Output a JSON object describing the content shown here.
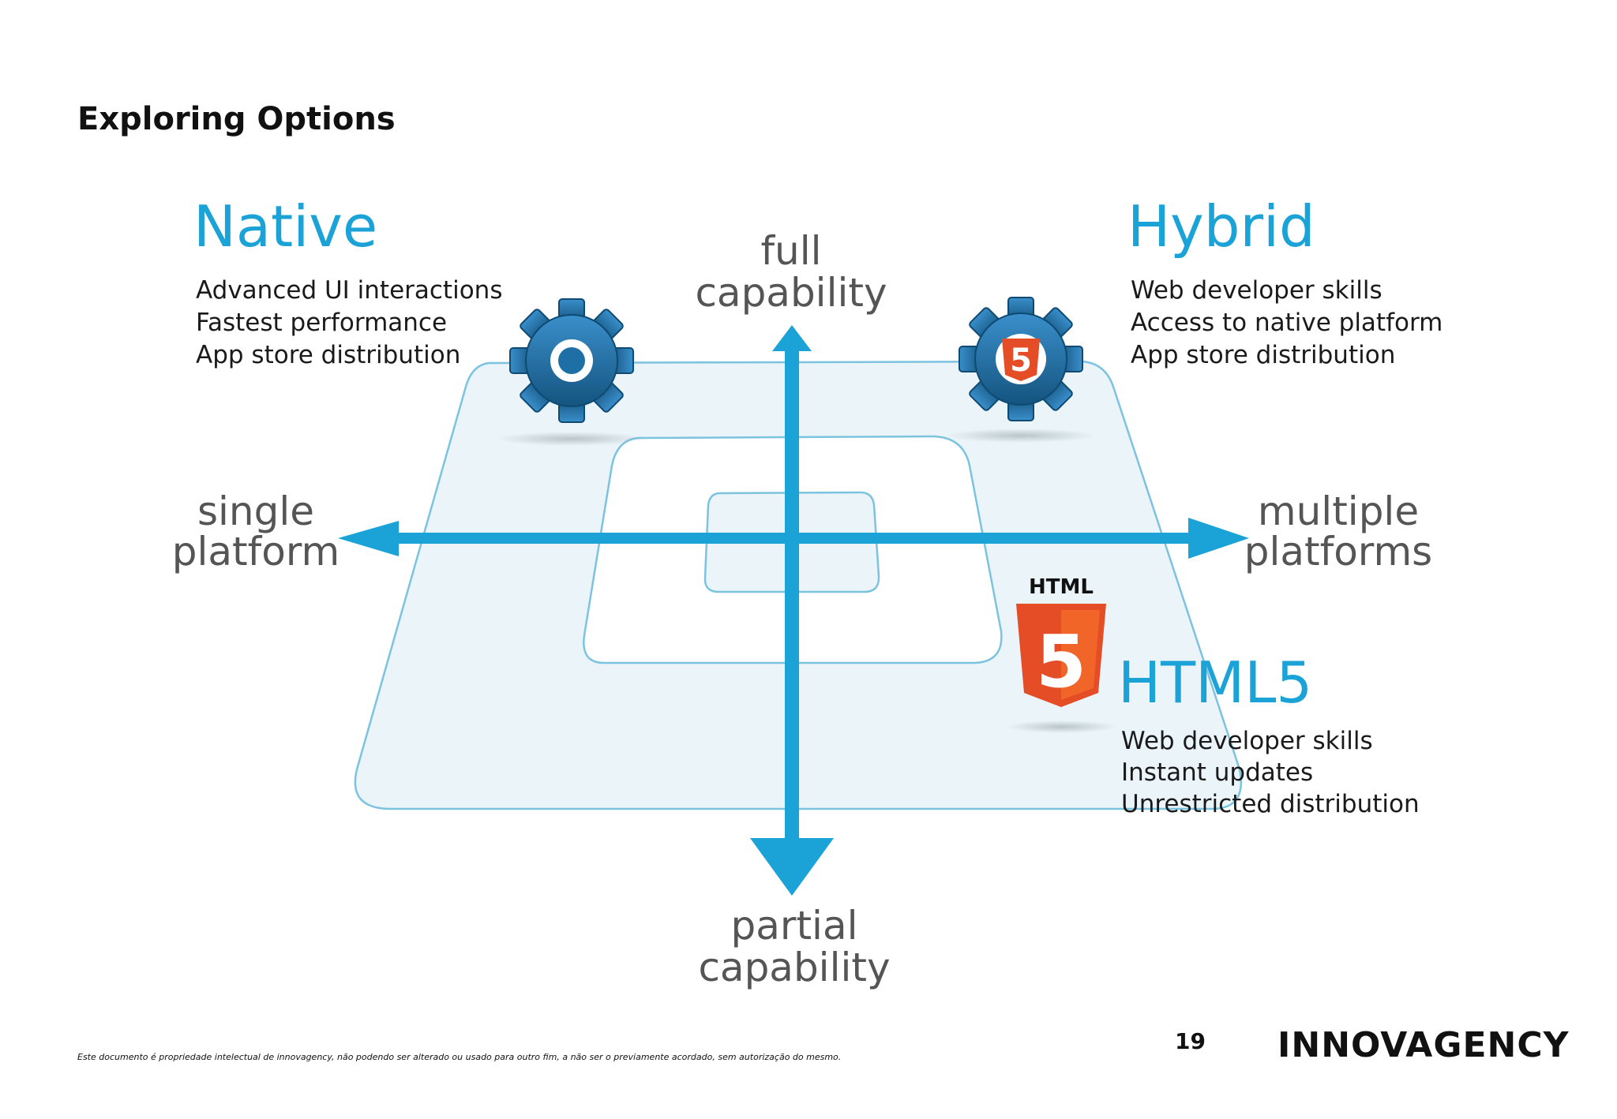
{
  "page": {
    "title": "Exploring Options",
    "footer_note": "Este documento é propriedade intelectual de innovagency, não podendo ser alterado ou usado para outro fim, a não ser o previamente acordado, sem autorização do mesmo.",
    "page_number": "19",
    "brand": "INNOVAGENCY"
  },
  "diagram": {
    "axes": {
      "top": [
        "full",
        "capability"
      ],
      "bottom": [
        "partial",
        "capability"
      ],
      "left": [
        "single",
        "platform"
      ],
      "right": [
        "multiple",
        "platforms"
      ]
    },
    "quadrants": {
      "native": {
        "title": "Native",
        "features": [
          "Advanced UI interactions",
          "Fastest performance",
          "App store distribution"
        ],
        "icon": "gear-icon"
      },
      "hybrid": {
        "title": "Hybrid",
        "features": [
          "Web developer skills",
          "Access to native platform",
          "App store distribution"
        ],
        "icon": "gear-html5-icon",
        "badge": "5"
      },
      "html5": {
        "title": "HTML5",
        "features": [
          "Web developer skills",
          "Instant updates",
          "Unrestricted distribution"
        ],
        "icon": "html5-shield-icon",
        "logo_label": "HTML",
        "badge": "5"
      }
    },
    "colors": {
      "accent": "#1ba3d8",
      "gear": "#1d6fa5",
      "html5": "#e44d26",
      "plane_fill": "#eaf4f9",
      "plane_stroke": "#7cc3e0",
      "axis_label": "#555555"
    }
  }
}
